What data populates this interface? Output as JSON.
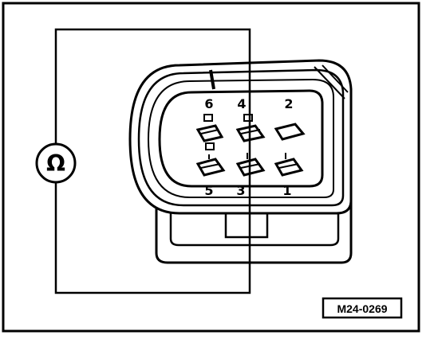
{
  "meter": {
    "symbol": "Ω"
  },
  "connector": {
    "pins": [
      {
        "number": "6"
      },
      {
        "number": "4"
      },
      {
        "number": "2"
      },
      {
        "number": "5"
      },
      {
        "number": "3"
      },
      {
        "number": "1"
      }
    ]
  },
  "reference_code": "M24-0269",
  "colors": {
    "line": "#000000",
    "background": "#ffffff"
  }
}
